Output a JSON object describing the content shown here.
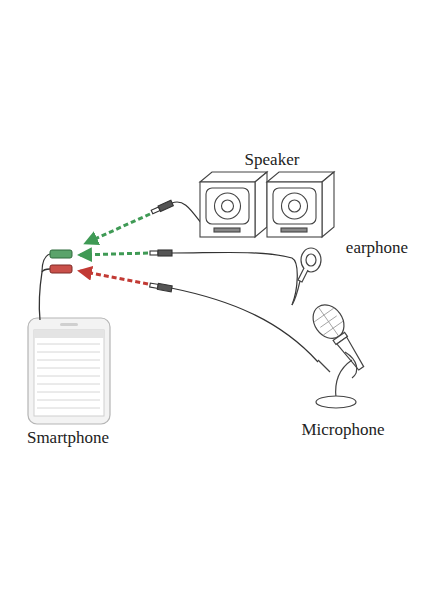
{
  "diagram": {
    "labels": [
      "Speaker",
      "earphone",
      "Smartphone",
      "Microphone"
    ]
  }
}
